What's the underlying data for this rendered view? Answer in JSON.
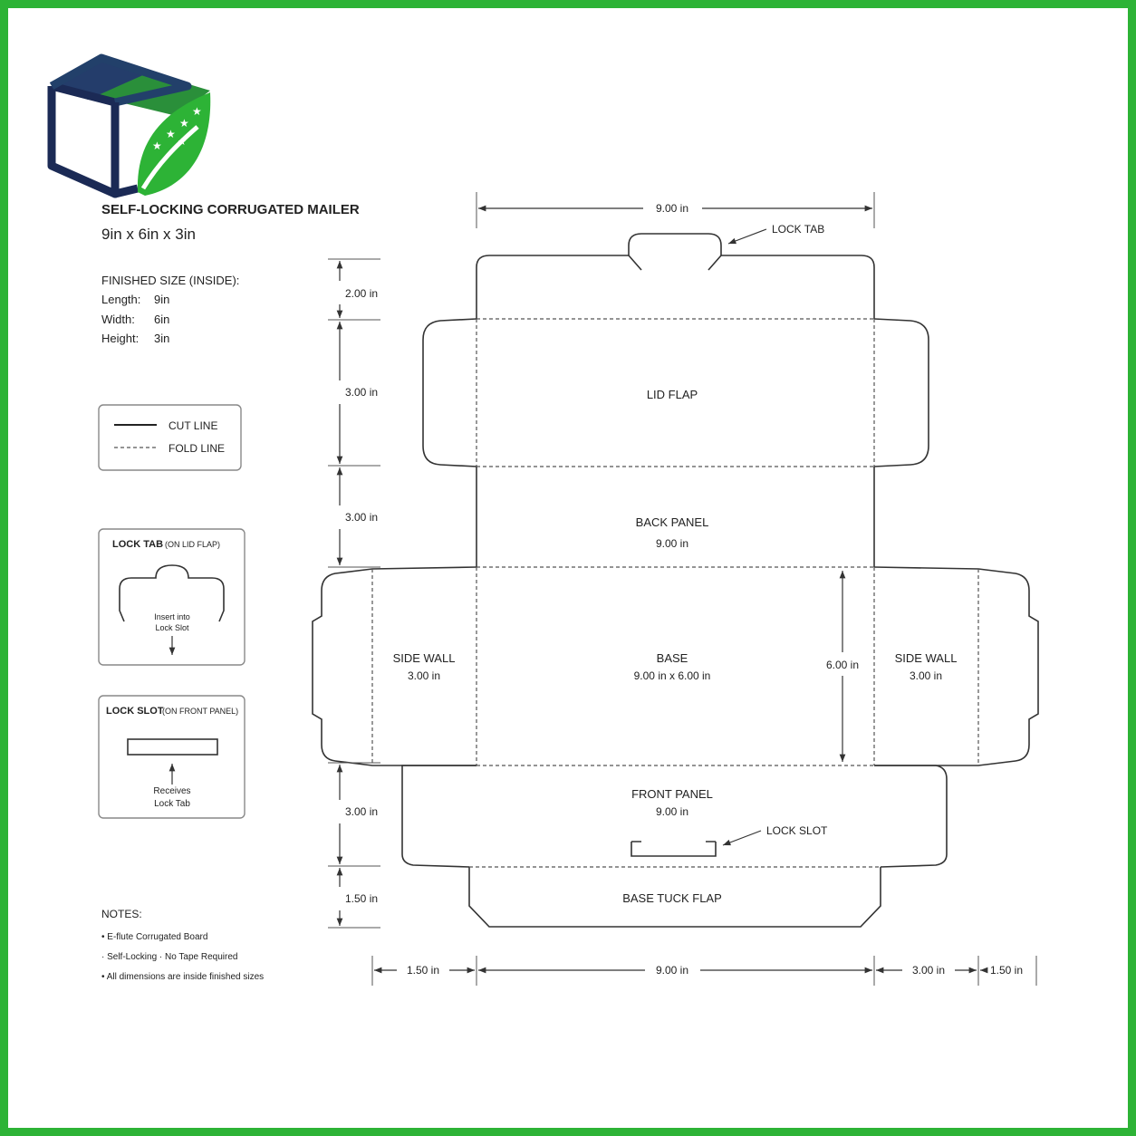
{
  "brand": {
    "logo_icon": "cube-leaf-logo-icon",
    "colors": {
      "navy": "#1b2a55",
      "green": "#2db336",
      "border": "#2db336"
    }
  },
  "header": {
    "title": "SELF-LOCKING CORRUGATED MAILER",
    "subtitle": "9in x 6in x 3in"
  },
  "finished_size": {
    "heading": "FINISHED SIZE (INSIDE):",
    "rows": [
      {
        "label": "Length:",
        "value": "9in"
      },
      {
        "label": "Width:",
        "value": "6in"
      },
      {
        "label": "Height:",
        "value": "3in"
      }
    ]
  },
  "legend": {
    "cut_label": "CUT LINE",
    "fold_label": "FOLD LINE"
  },
  "lock_tab_box": {
    "title": "LOCK TAB",
    "title_note": "(ON LID FLAP)",
    "caption_line1": "Insert into",
    "caption_line2": "Lock Slot"
  },
  "lock_slot_box": {
    "title": "LOCK SLOT",
    "title_note": "(ON FRONT PANEL)",
    "caption_line1": "Receives",
    "caption_line2": "Lock Tab"
  },
  "notes": {
    "heading": "NOTES:",
    "items": [
      "• E-flute Corrugated Board",
      "· Self-Locking · No Tape Required",
      "• All dimensions are inside finished sizes"
    ]
  },
  "panels": {
    "lid_flap": "LID FLAP",
    "back_panel": "BACK PANEL",
    "back_panel_dim": "9.00 in",
    "base": "BASE",
    "base_dim": "9.00 in x 6.00 in",
    "side_wall_left": "SIDE WALL",
    "side_wall_left_dim": "3.00 in",
    "side_wall_right": "SIDE WALL",
    "side_wall_right_dim": "3.00 in",
    "front_panel": "FRONT PANEL",
    "front_panel_dim": "9.00 in",
    "base_tuck_flap": "BASE TUCK FLAP"
  },
  "callouts": {
    "lock_tab": "LOCK TAB",
    "lock_slot": "LOCK SLOT"
  },
  "dimensions": {
    "top_width": "9.00 in",
    "left_tab": "2.00 in",
    "left_lid": "3.00 in",
    "left_back": "3.00 in",
    "left_front": "3.00 in",
    "left_tuck": "1.50 in",
    "base_height": "6.00 in",
    "bottom_left": "1.50 in",
    "bottom_center": "9.00 in",
    "bottom_right_wall": "3.00 in",
    "bottom_right_flap": "1.50 in"
  }
}
